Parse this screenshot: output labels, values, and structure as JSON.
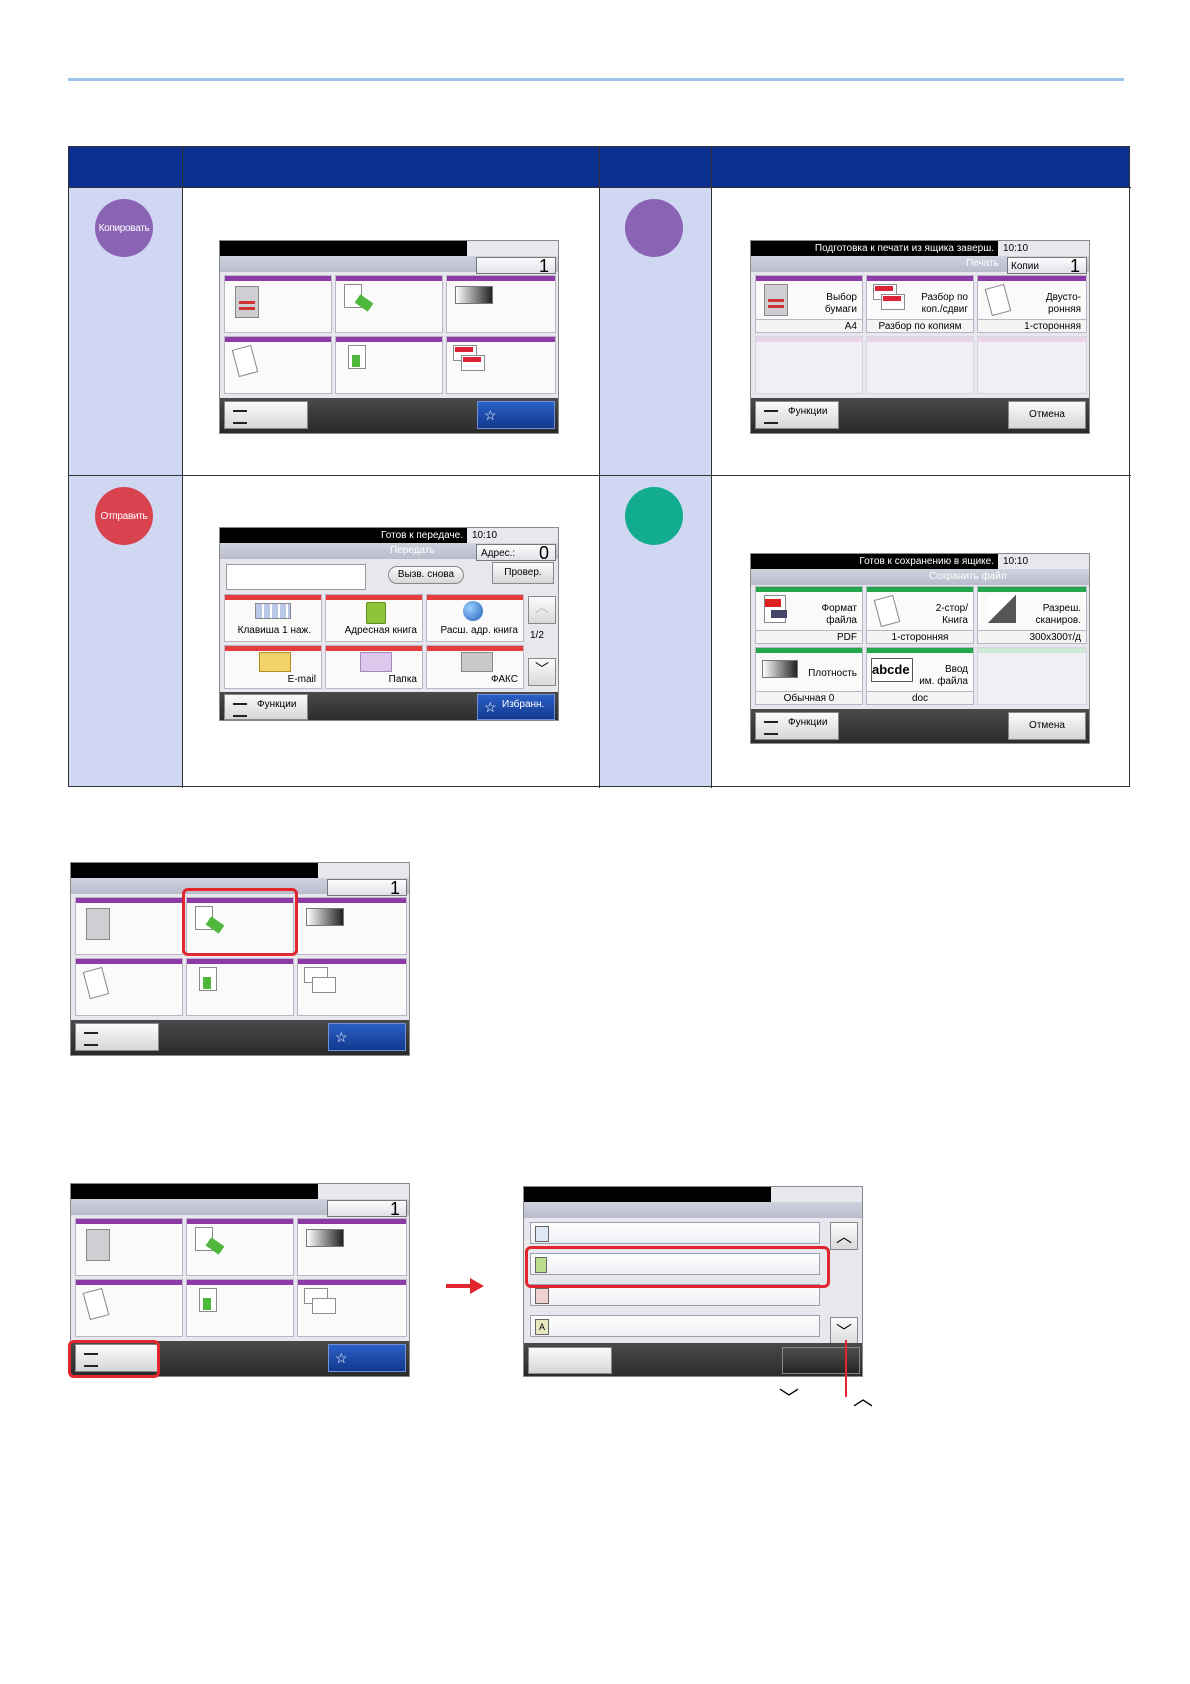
{
  "overview": {
    "copy_key": {
      "label": "Копировать",
      "color": "#8b63b5"
    },
    "box_key": {
      "label": "",
      "color": "#8b63b5"
    },
    "send_key": {
      "label": "Отправить",
      "color": "#d9434f"
    },
    "scan_box_key": {
      "label": "",
      "color": "#12ad8f"
    }
  },
  "copy_screen": {
    "copies": "1"
  },
  "box_print_screen": {
    "status": "Подготовка к печати из ящика заверш.",
    "time": "10:10",
    "header_print": "Печать",
    "copies_label": "Копии",
    "copies": "1",
    "tiles": [
      {
        "label1": "Выбор",
        "label2": "бумаги",
        "value": "A4"
      },
      {
        "label1": "Разбор по",
        "label2": "коп./сдвиг",
        "value": "Разбор по копиям"
      },
      {
        "label1": "Двусто-",
        "label2": "ронняя",
        "value": "1-сторонняя"
      }
    ],
    "functions": "Функции",
    "cancel": "Отмена"
  },
  "send_screen": {
    "status": "Готов к передаче.",
    "time": "10:10",
    "header": "Передать",
    "address_label": "Адрес.:",
    "address_count": "0",
    "recall": "Вызв. снова",
    "check": "Провер.",
    "tiles": [
      "Клавиша 1 наж.",
      "Адресная книга",
      "Расш. адр. книга",
      "E-mail",
      "Папка",
      "ФАКС"
    ],
    "page": "1/2",
    "functions": "Функции",
    "favorites": "Избранн."
  },
  "save_screen": {
    "status": "Готов к сохранению в ящике.",
    "time": "10:10",
    "header": "Сохранить файл",
    "tiles": [
      {
        "label1": "Формат",
        "label2": "файла",
        "value": "PDF"
      },
      {
        "label1": "2-стор/",
        "label2": "Книга",
        "value": "1-сторонняя"
      },
      {
        "label1": "Разреш.",
        "label2": "сканиров.",
        "value": "300x300т/д"
      },
      {
        "label1": "Плотность",
        "label2": "",
        "value": "Обычная 0"
      },
      {
        "label1": "Ввод",
        "label2": "им. файла",
        "value": "doc"
      }
    ],
    "functions": "Функции",
    "cancel": "Отмена"
  },
  "example1": {
    "copies": "1"
  },
  "example2": {
    "copies": "1"
  },
  "colors": {
    "table_header": "#0b2f8f",
    "table_side": "#cfd7f2",
    "highlight": "#e1262d",
    "rule": "#9cc3ea"
  }
}
